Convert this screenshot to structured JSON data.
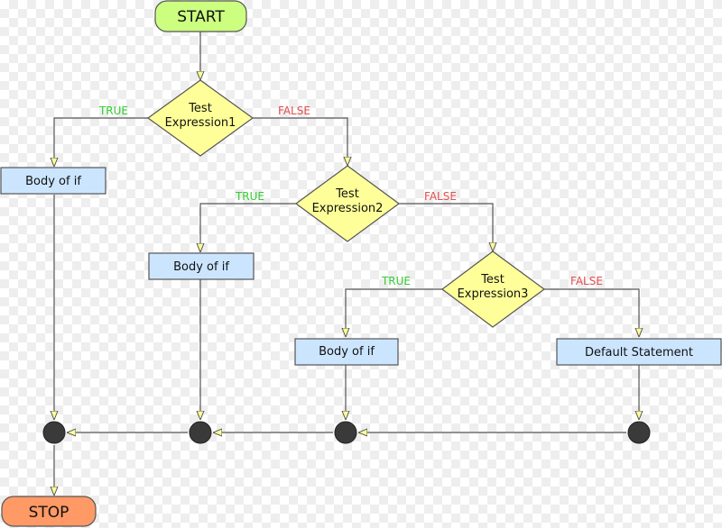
{
  "colors": {
    "start_fill": "#ccff80",
    "stop_fill": "#ff9966",
    "decision_fill": "#ffff99",
    "process_fill": "#cce5ff",
    "junction_fill": "#3a3a3a",
    "arrow_fill": "#ffff99",
    "line": "#555555",
    "true_text": "#33cc33",
    "false_text": "#e64d4d"
  },
  "start": {
    "label": "START"
  },
  "stop": {
    "label": "STOP"
  },
  "decisions": [
    {
      "line1": "Test",
      "line2": "Expression1"
    },
    {
      "line1": "Test",
      "line2": "Expression2"
    },
    {
      "line1": "Test",
      "line2": "Expression3"
    }
  ],
  "bodies": [
    {
      "label": "Body of if"
    },
    {
      "label": "Body of if"
    },
    {
      "label": "Body of if"
    }
  ],
  "default": {
    "label": "Default Statement"
  },
  "edge_labels": {
    "true": "TRUE",
    "false": "FALSE"
  }
}
